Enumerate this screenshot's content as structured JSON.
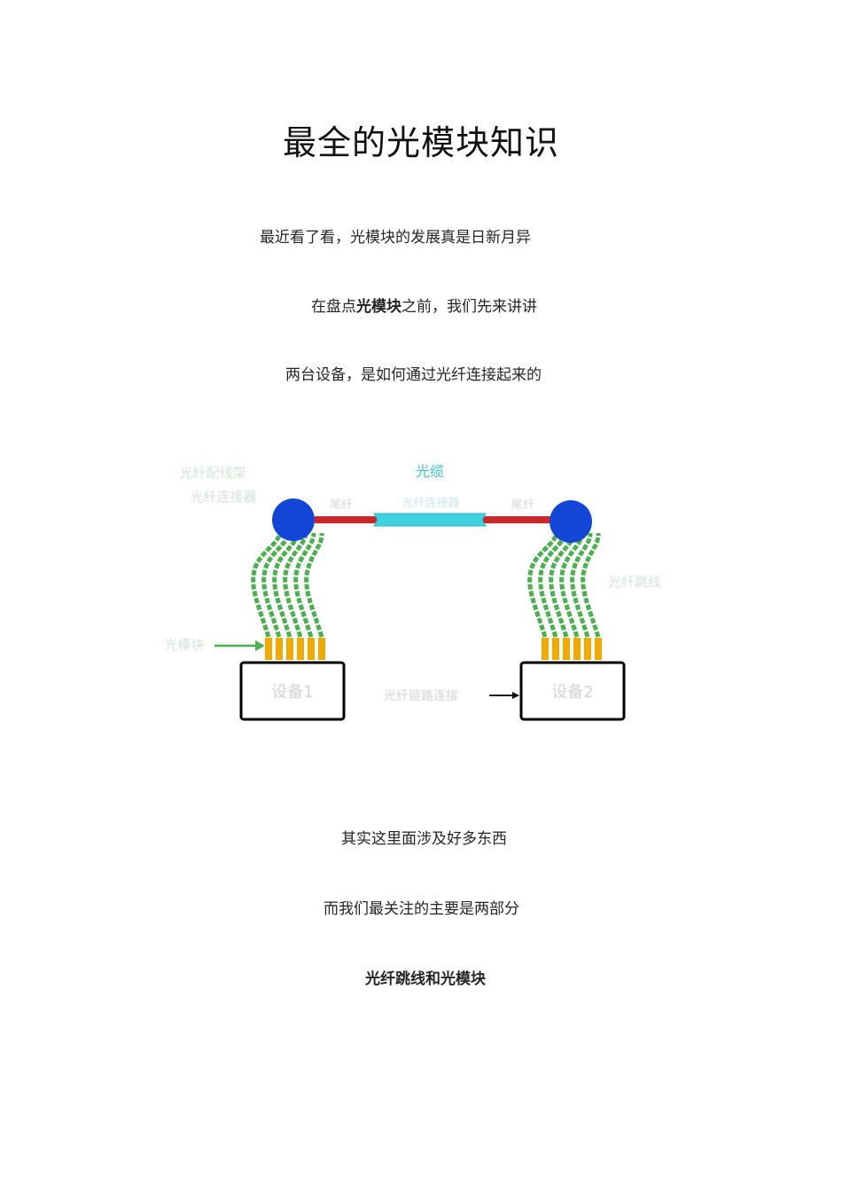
{
  "document": {
    "title": "最全的光模块知识",
    "lines": [
      {
        "text": "最近看了看，光模块的发展真是日新月异"
      },
      {
        "before": "在盘点",
        "bold": "光模块",
        "after": "之前，我们先来讲讲"
      },
      {
        "text": "两台设备，是如何通过光纤连接起来的"
      },
      {
        "text": "其实这里面涉及好多东西"
      },
      {
        "text": "而我们最关注的主要是两部分"
      },
      {
        "text": "光纤跳线和光模块"
      }
    ]
  },
  "diagram": {
    "cable_label": "光缆",
    "colors": {
      "node": "#1346d6",
      "red_link": "#c8282a",
      "cable": "#3fd3e0",
      "fiber": "#4caf50",
      "connector": "#f2a900",
      "arrow": "#4caf50",
      "box_border": "#000000"
    },
    "faded_labels": {
      "top_left": [
        "光纤配线架",
        "光纤连接器"
      ],
      "left_link": "尾纤",
      "cable_middle": "光纤连接器",
      "right_link": "尾纤",
      "right_side": "光纤跳线",
      "left_arrow": "光模块",
      "box_left": "设备1",
      "box_right": "设备2",
      "bottom_middle": "光纤链路连接"
    }
  }
}
